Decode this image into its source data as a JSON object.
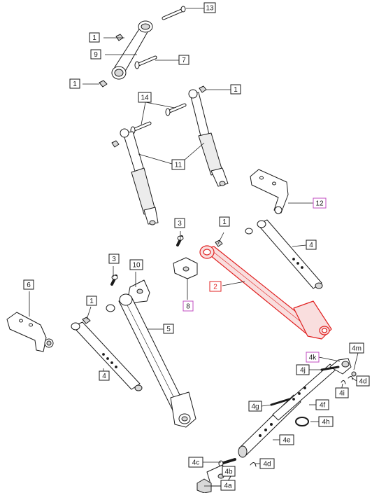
{
  "colors": {
    "line": "#1a1a1a",
    "part_fill": "#ffffff",
    "part_shade": "#d8d8d8",
    "highlight_red": "#e02020",
    "highlight_fill": "#f9dede",
    "callout_magenta": "#c24dc2"
  },
  "callouts": [
    {
      "id": "c13",
      "label": "13",
      "style": "normal"
    },
    {
      "id": "c1a",
      "label": "1",
      "style": "normal"
    },
    {
      "id": "c9",
      "label": "9",
      "style": "normal"
    },
    {
      "id": "c7",
      "label": "7",
      "style": "normal"
    },
    {
      "id": "c1b",
      "label": "1",
      "style": "normal"
    },
    {
      "id": "c14",
      "label": "14",
      "style": "normal"
    },
    {
      "id": "c1c",
      "label": "1",
      "style": "normal"
    },
    {
      "id": "c11",
      "label": "11",
      "style": "normal"
    },
    {
      "id": "c12",
      "label": "12",
      "style": "magenta"
    },
    {
      "id": "c3a",
      "label": "3",
      "style": "normal"
    },
    {
      "id": "c1d",
      "label": "1",
      "style": "normal"
    },
    {
      "id": "c4a",
      "label": "4",
      "style": "normal"
    },
    {
      "id": "c3b",
      "label": "3",
      "style": "normal"
    },
    {
      "id": "c10",
      "label": "10",
      "style": "normal"
    },
    {
      "id": "c2",
      "label": "2",
      "style": "red"
    },
    {
      "id": "c8",
      "label": "8",
      "style": "magenta"
    },
    {
      "id": "c6",
      "label": "6",
      "style": "normal"
    },
    {
      "id": "c1e",
      "label": "1",
      "style": "normal"
    },
    {
      "id": "c5",
      "label": "5",
      "style": "normal"
    },
    {
      "id": "c4b",
      "label": "4",
      "style": "normal"
    },
    {
      "id": "c4k",
      "label": "4k",
      "style": "magenta"
    },
    {
      "id": "c4m",
      "label": "4m",
      "style": "normal"
    },
    {
      "id": "c4j",
      "label": "4j",
      "style": "normal"
    },
    {
      "id": "c4d1",
      "label": "4d",
      "style": "normal"
    },
    {
      "id": "c4i",
      "label": "4i",
      "style": "normal"
    },
    {
      "id": "c4g",
      "label": "4g",
      "style": "normal"
    },
    {
      "id": "c4f",
      "label": "4f",
      "style": "normal"
    },
    {
      "id": "c4h",
      "label": "4h",
      "style": "normal"
    },
    {
      "id": "c4e",
      "label": "4e",
      "style": "normal"
    },
    {
      "id": "c4c",
      "label": "4c",
      "style": "normal"
    },
    {
      "id": "c4d2",
      "label": "4d",
      "style": "normal"
    },
    {
      "id": "c4b2",
      "label": "4b",
      "style": "normal"
    },
    {
      "id": "c4a2",
      "label": "4a",
      "style": "normal"
    }
  ]
}
